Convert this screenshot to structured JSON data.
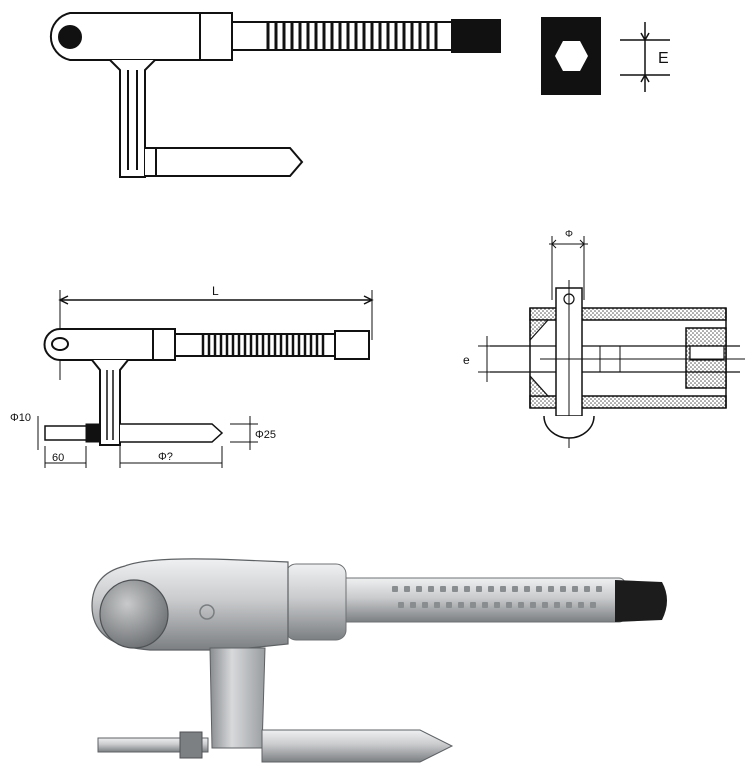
{
  "labels": {
    "hex_dim": "E",
    "length_dim": "L",
    "diam_left": "Φ10",
    "dim_60": "60",
    "dim_phi_bottom": "Φ?",
    "diam_right": "Φ25",
    "section_top_dim": "Φ",
    "section_left_dim": "e"
  },
  "colors": {
    "ink": "#111111",
    "hatch": "#555555",
    "metal_light": "#d9dbdc",
    "metal_mid": "#a9acae",
    "metal_dark": "#6e7173",
    "rubber": "#1a1a1a"
  }
}
